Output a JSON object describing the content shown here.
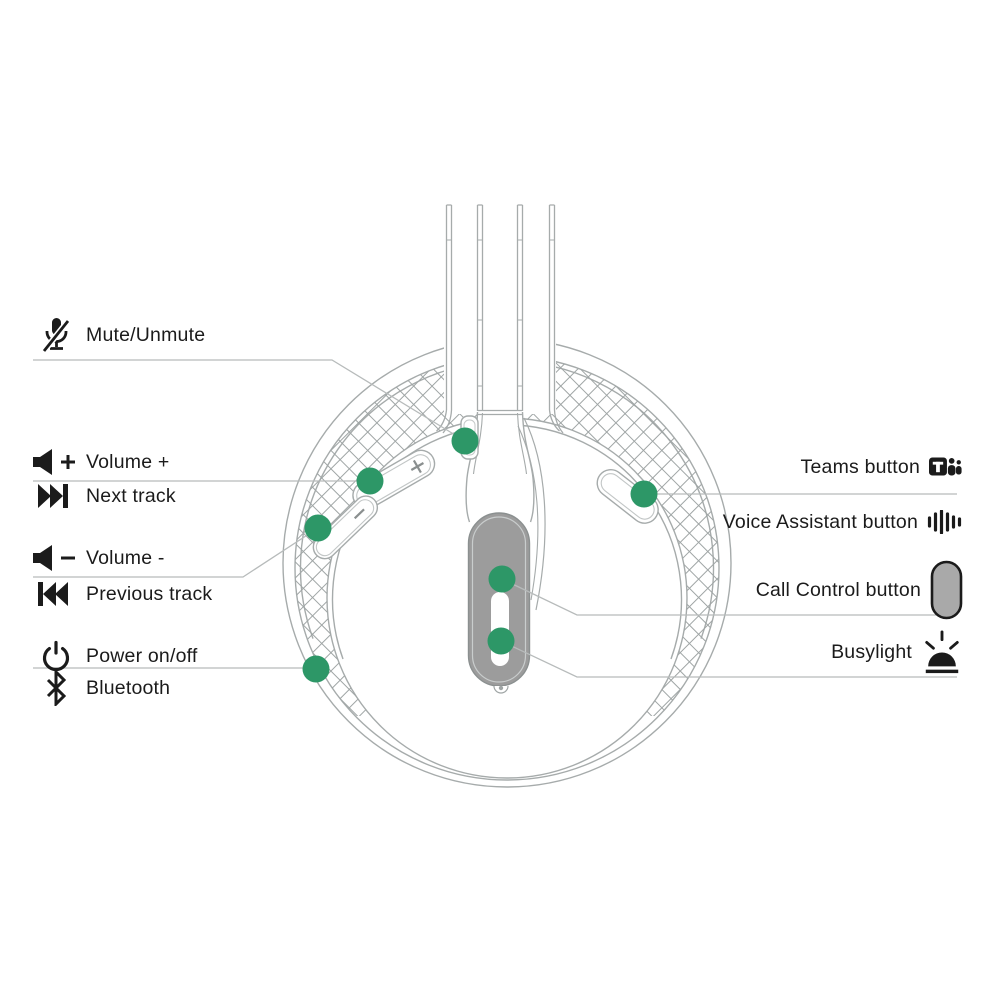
{
  "figure": {
    "type": "headset-manual-diagram",
    "subject": "wireless headset ear cup with control buttons"
  },
  "colors": {
    "hotspot_green": "#2d9767",
    "leader_gray": "#b7bbbb",
    "art_gray": "#9fa5a5",
    "panel_gray": "#9c9c9c",
    "text_black": "#1b1b1b"
  },
  "labels": {
    "left": [
      {
        "id": "mute",
        "text": "Mute/Unmute",
        "icon": "mic-mute-icon"
      },
      {
        "id": "volume-up",
        "text": "Volume +",
        "icon": "volume-plus-icon"
      },
      {
        "id": "next-track",
        "text": "Next track",
        "icon": "next-track-icon"
      },
      {
        "id": "volume-down",
        "text": "Volume -",
        "icon": "volume-minus-icon"
      },
      {
        "id": "previous-track",
        "text": "Previous track",
        "icon": "previous-track-icon"
      },
      {
        "id": "power",
        "text": "Power on/off",
        "icon": "power-icon"
      },
      {
        "id": "bluetooth",
        "text": "Bluetooth",
        "icon": "bluetooth-icon"
      }
    ],
    "right": [
      {
        "id": "teams",
        "text": "Teams button",
        "icon": "teams-icon"
      },
      {
        "id": "voice-assistant",
        "text": "Voice Assistant button",
        "icon": "voice-assistant-icon"
      },
      {
        "id": "call-control",
        "text": "Call Control button",
        "icon": "call-control-icon"
      },
      {
        "id": "busylight",
        "text": "Busylight",
        "icon": "busylight-icon"
      }
    ]
  },
  "hotspots": [
    "mute",
    "volume-plus",
    "volume-minus",
    "teams",
    "call-control",
    "busylight",
    "power"
  ]
}
